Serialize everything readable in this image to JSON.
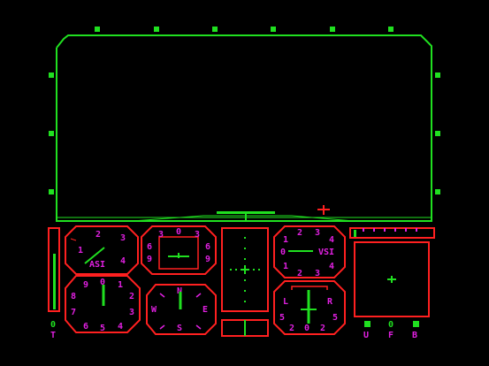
{
  "colors": {
    "frame": "#20e020",
    "instrument": "#ff2020",
    "marking": "#e020e0",
    "indicator": "#20e020"
  },
  "asi": {
    "label": "ASI",
    "nums": [
      "1",
      "2",
      "3",
      "4"
    ]
  },
  "attitude": {
    "nums": [
      "3",
      "0",
      "3",
      "6",
      "9",
      "6",
      "9"
    ]
  },
  "vsi": {
    "label": "VSI",
    "nums": [
      "2",
      "3",
      "1",
      "4",
      "0",
      "1",
      "4",
      "2",
      "3"
    ]
  },
  "altimeter": {
    "nums": [
      "9",
      "0",
      "1",
      "8",
      "2",
      "7",
      "3",
      "6",
      "5",
      "4"
    ]
  },
  "compass": {
    "n": "N",
    "w": "W",
    "e": "E",
    "s": "S"
  },
  "engine": {
    "l": "L",
    "r": "R",
    "nums": [
      "5",
      "5",
      "2",
      "0",
      "2"
    ]
  },
  "left_gauge": {
    "label": "T",
    "value": "0",
    "level": 0.7
  },
  "right_panel": {
    "u_label": "U",
    "f_label": "F",
    "b_label": "B",
    "f_value": "0"
  }
}
